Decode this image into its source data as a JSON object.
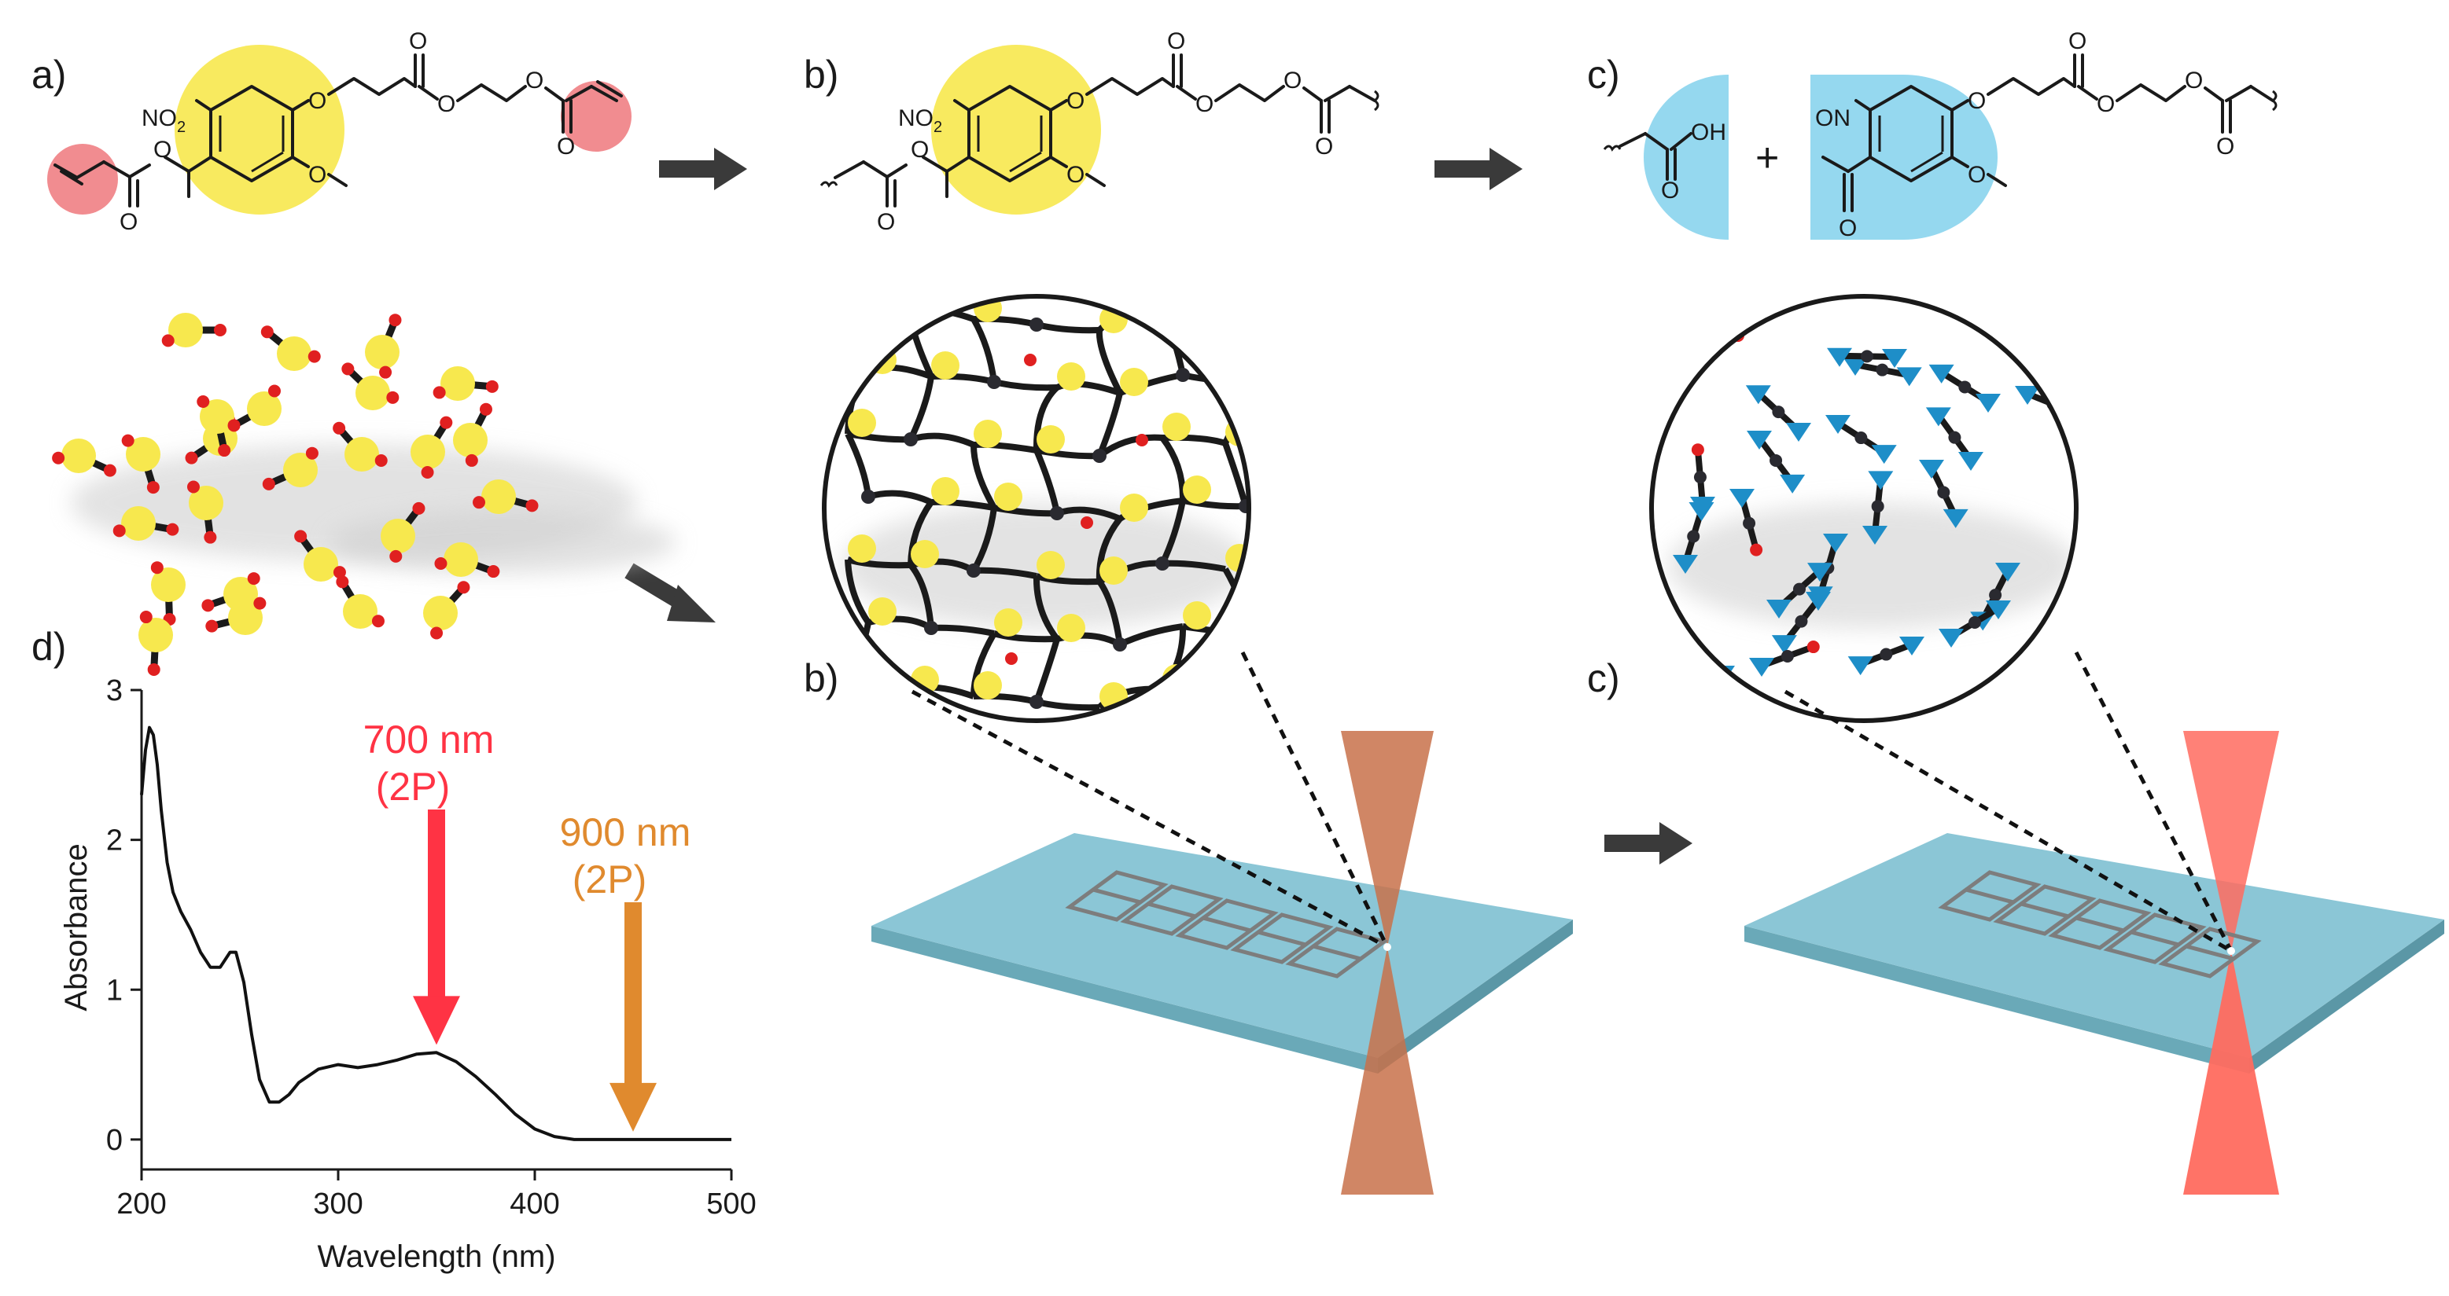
{
  "panels": {
    "a": "a)",
    "b_top": "b)",
    "c_top": "c)",
    "d": "d)",
    "b_mid": "b)",
    "c_mid": "c)"
  },
  "chem": {
    "no2": "NO",
    "no2_sub": "2",
    "no": "ON",
    "oxygen": "O",
    "oh": "OH",
    "plus": "+"
  },
  "colors": {
    "photocage_yellow": "#f7e84e",
    "acrylate_red": "#f07f84",
    "cleaved_blue": "#8fd6ee",
    "laser_orange": "#c8714a",
    "laser_red": "#ff6b5f",
    "glass": "#8bc6d6",
    "arrow_700": "#ff3344",
    "arrow_900": "#e08a2e"
  },
  "chart_data": {
    "type": "line",
    "xlabel": "Wavelength (nm)",
    "ylabel": "Absorbance",
    "xlim": [
      200,
      500
    ],
    "ylim": [
      -0.2,
      3.0
    ],
    "xticks": [
      200,
      300,
      400,
      500
    ],
    "yticks": [
      0,
      1,
      2,
      3
    ],
    "series": [
      {
        "x": [
          200,
          202,
          204,
          206,
          208,
          210,
          213,
          216,
          220,
          225,
          230,
          235,
          240,
          245,
          248,
          252,
          256,
          260,
          265,
          270,
          275,
          280,
          290,
          300,
          310,
          320,
          330,
          340,
          350,
          360,
          370,
          380,
          390,
          400,
          410,
          420,
          440,
          460,
          480,
          500
        ],
        "y": [
          2.3,
          2.6,
          2.75,
          2.7,
          2.5,
          2.2,
          1.85,
          1.65,
          1.52,
          1.4,
          1.25,
          1.15,
          1.15,
          1.25,
          1.25,
          1.05,
          0.7,
          0.4,
          0.25,
          0.25,
          0.3,
          0.38,
          0.47,
          0.5,
          0.48,
          0.5,
          0.53,
          0.57,
          0.58,
          0.52,
          0.42,
          0.3,
          0.17,
          0.07,
          0.02,
          0.0,
          0.0,
          0.0,
          0.0,
          0.0
        ]
      }
    ],
    "annotations": [
      {
        "line1": "700 nm",
        "line2": "(2P)",
        "x": 350,
        "y": 0.58,
        "color": "#ff3344"
      },
      {
        "line1": "900 nm",
        "line2": "(2P)",
        "x": 450,
        "y": 0.0,
        "color": "#e08a2e"
      }
    ]
  }
}
